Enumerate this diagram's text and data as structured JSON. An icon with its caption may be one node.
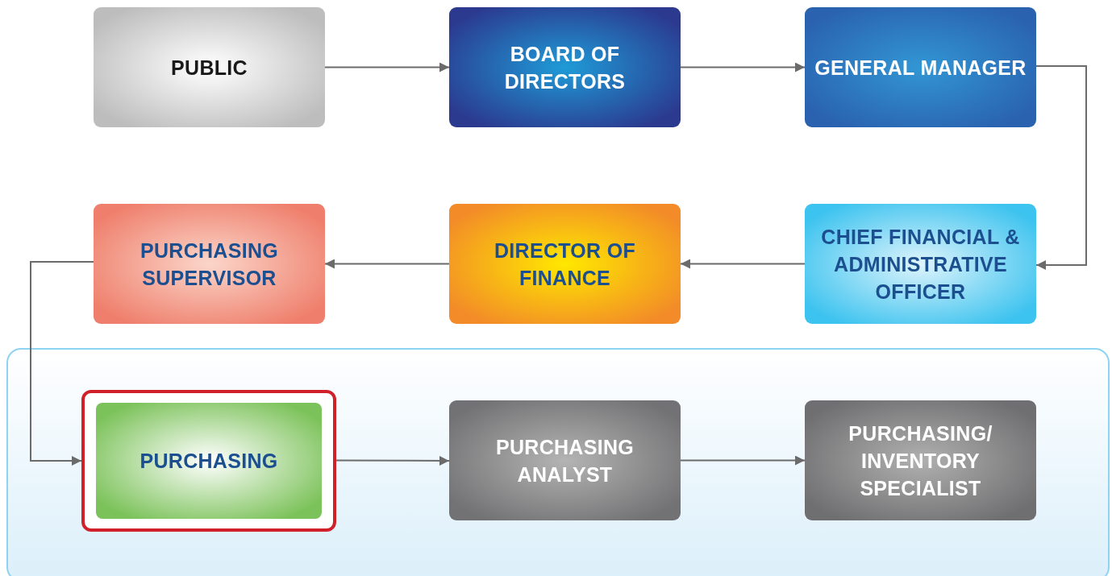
{
  "diagram": {
    "nodes": [
      {
        "text": [
          "PUBLIC"
        ]
      },
      {
        "text": [
          "BOARD OF DIRECTORS"
        ]
      },
      {
        "text": [
          "GENERAL MANAGER"
        ]
      },
      {
        "text": [
          "CHIEF FINANCIAL & ADMINISTRATIVE OFFICER"
        ]
      },
      {
        "text": [
          "DIRECTOR OF FINANCE"
        ]
      },
      {
        "text": [
          "PURCHASING SUPERVISOR"
        ]
      },
      {
        "text": [
          "PURCHASING"
        ]
      },
      {
        "text": [
          "PURCHASING ANALYST"
        ]
      },
      {
        "text": [
          "PURCHASING/ INVENTORY SPECIALIST"
        ]
      }
    ],
    "edges": [
      {
        "from": 0,
        "to": 1,
        "arrow": "to"
      },
      {
        "from": 1,
        "to": 2,
        "arrow": "to"
      },
      {
        "from": 2,
        "to": 3,
        "arrow": "to"
      },
      {
        "from": 3,
        "to": 4,
        "arrow": "to"
      },
      {
        "from": 4,
        "to": 5,
        "arrow": "to"
      },
      {
        "from": 5,
        "to": 6,
        "arrow": "to"
      },
      {
        "from": 6,
        "to": 7,
        "arrow": "to"
      },
      {
        "from": 7,
        "to": 8,
        "arrow": "to"
      }
    ]
  }
}
